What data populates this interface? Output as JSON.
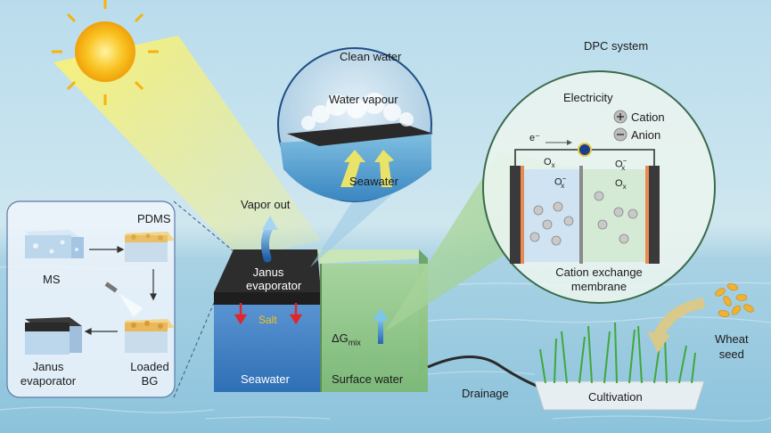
{
  "labels": {
    "clean_water": "Clean water",
    "water_vapour": "Water vapour",
    "seawater_circle": "Seawater",
    "dpc_system": "DPC system",
    "electricity": "Electricity",
    "cation": "Cation",
    "anion": "Anion",
    "electron": "e⁻",
    "ox": "O",
    "ox_sub": "x",
    "ox_sup": "−",
    "cation_exchange_line1": "Cation exchange",
    "cation_exchange_line2": "membrane",
    "vapor_out": "Vapor out",
    "janus_line1": "Janus",
    "janus_line2": "evaporator",
    "salt": "Salt",
    "delta_g": "ΔG",
    "delta_g_sub": "mix",
    "seawater_box": "Seawater",
    "surface_water": "Surface water",
    "drainage": "Drainage",
    "cultivation": "Cultivation",
    "wheat_line1": "Wheat",
    "wheat_line2": "seed",
    "pdms": "PDMS",
    "ms": "MS",
    "janus_inset_line1": "Janus",
    "janus_inset_line2": "evaporator",
    "loaded_line1": "Loaded",
    "loaded_line2": "BG"
  },
  "colors": {
    "seawater": "#3d7fc4",
    "surface_water": "#7fbf7a",
    "evaporator_top": "#2b2b2b",
    "salt_arrow": "#e0262b",
    "salt_text": "#f3c21a",
    "sun": "#f6b30a",
    "anode": "#e88a52"
  }
}
